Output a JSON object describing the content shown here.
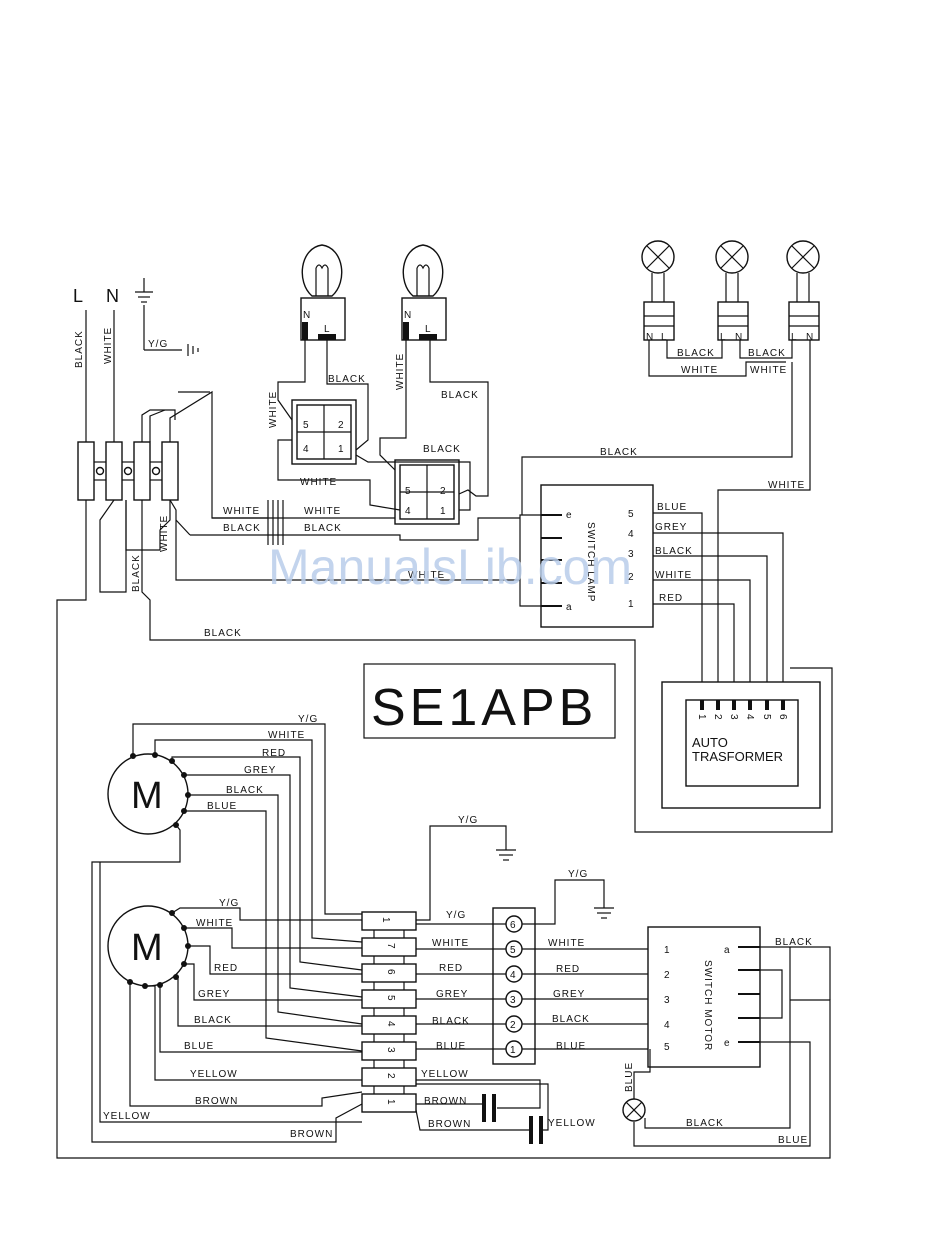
{
  "supply": {
    "line": "L",
    "neutral": "N"
  },
  "colors": {
    "line": "#111111",
    "background": "#ffffff",
    "watermark": "#b9cdea"
  },
  "watermark": "ManualsLib.com",
  "model_label": "SE1APB",
  "wires": {
    "black": "BLACK",
    "white": "WHITE",
    "yg": "Y/G",
    "red": "RED",
    "grey": "GREY",
    "blue": "BLUE",
    "yellow": "YELLOW",
    "brown": "BROWN"
  },
  "terminals": {
    "n": "N",
    "l": "L"
  },
  "switch_pins": [
    "5",
    "2",
    "4",
    "1"
  ],
  "lamp_switch": {
    "label": "SWITCH LAMP",
    "pin_top": "e",
    "pin_bottom": "a",
    "pins": [
      "5",
      "4",
      "3",
      "2",
      "1"
    ]
  },
  "transformer": {
    "label_line1": "AUTO",
    "label_line2": "TRASFORMER",
    "pins": [
      "1",
      "2",
      "3",
      "4",
      "5",
      "6"
    ]
  },
  "motor_switch": {
    "label": "SWITCH MOTOR",
    "pins": [
      "1",
      "2",
      "3",
      "4",
      "5"
    ],
    "pin_a": "a",
    "pin_e": "e"
  },
  "motor_symbol": "M",
  "connector_pins": [
    "6",
    "5",
    "4",
    "3",
    "2",
    "1"
  ],
  "block_pins": [
    "1",
    "7",
    "6",
    "5",
    "4",
    "3",
    "2",
    "1"
  ]
}
